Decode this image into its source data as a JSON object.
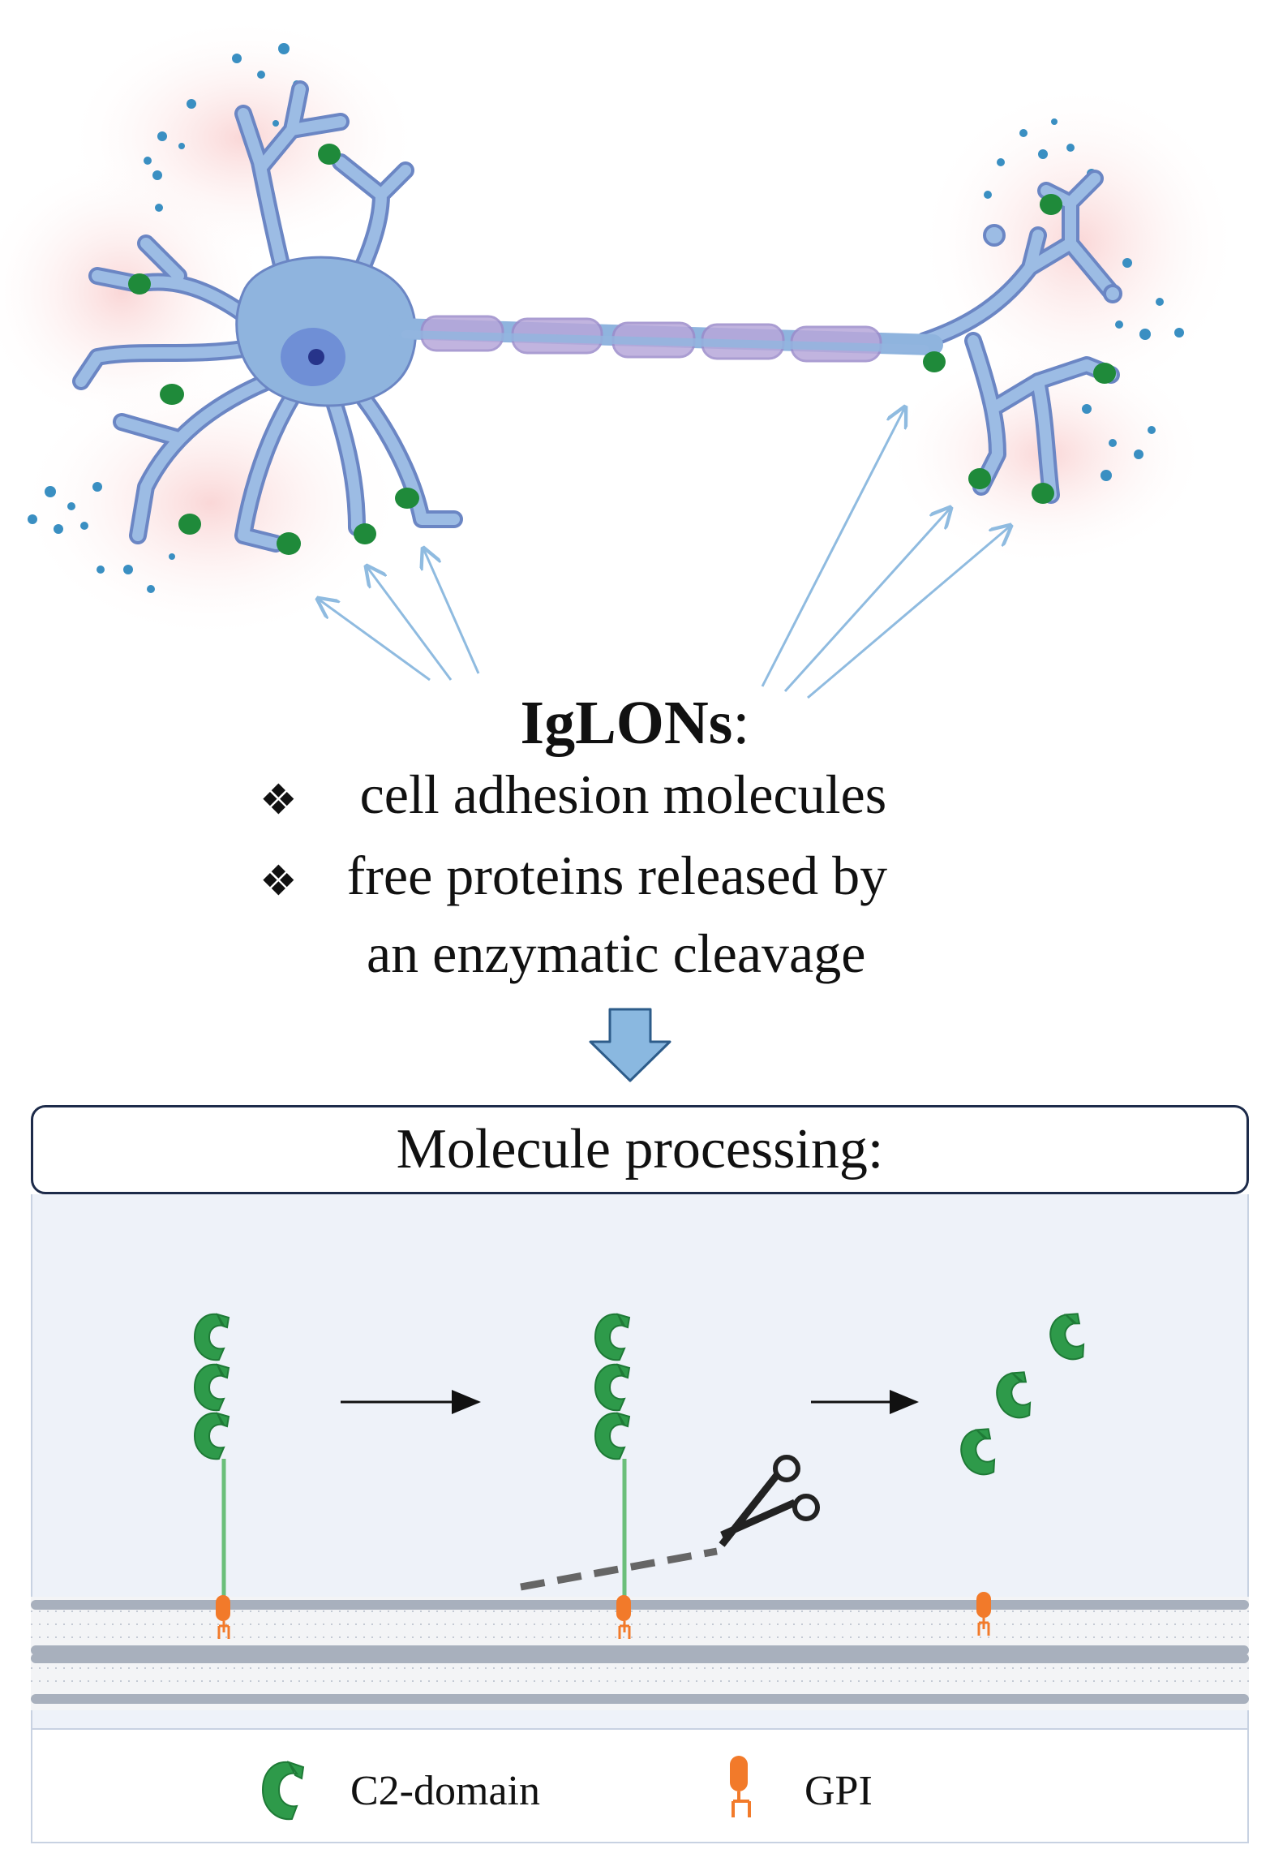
{
  "title": {
    "bold": "IgLONs",
    "suffix": ":"
  },
  "bullets": [
    {
      "glyph": "❖",
      "text": "cell adhesion molecules"
    },
    {
      "glyph": "❖",
      "text": "free proteins released by",
      "continuation": "an enzymatic cleavage"
    }
  ],
  "process": {
    "header": "Molecule processing:"
  },
  "legend": {
    "c2_domain": "C2-domain",
    "gpi": "GPI"
  },
  "colors": {
    "neuron": "#8fb4de",
    "neuron_outline": "#6b86c4",
    "green_dots": "#1f8a3a",
    "c2_domain": "#2e9a4a",
    "gpi": "#f27a2a",
    "membrane": "#9aa3b2",
    "pointer_arrows": "#8fbbe0",
    "panel_bg": "#eef2f9"
  }
}
